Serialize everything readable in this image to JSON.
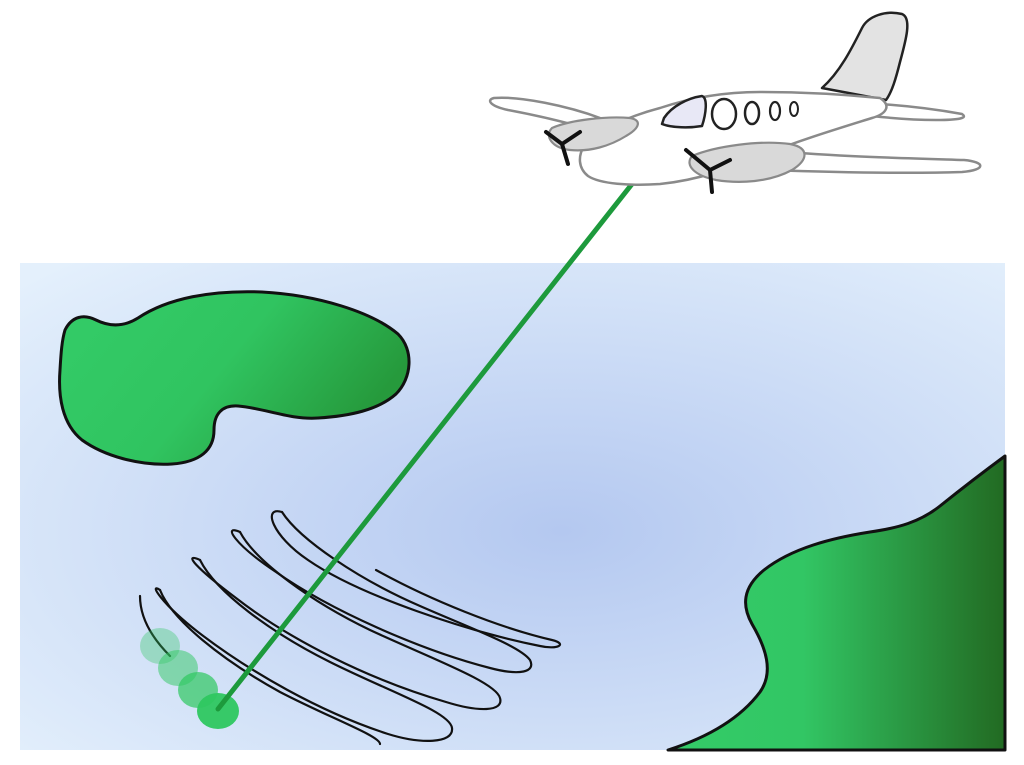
{
  "diagram": {
    "elements": [
      "airplane",
      "lidar-beam",
      "scan-swaths",
      "laser-footprints",
      "water-area",
      "island-left",
      "coastline-right"
    ],
    "colors": {
      "water_light": "#e4f0fc",
      "water_center": "#b4c8f0",
      "land_light": "#34cc68",
      "land_dark": "#226a22",
      "beam": "#1d9a3c",
      "footprint": "#2ec760",
      "aircraft_body": "#ffffff",
      "aircraft_outline": "#8a8a8a",
      "nacelle": "#d9d9d9",
      "propeller": "#111111",
      "scan_line": "#111111"
    },
    "footprint_count": 4,
    "swath_count": 6
  }
}
